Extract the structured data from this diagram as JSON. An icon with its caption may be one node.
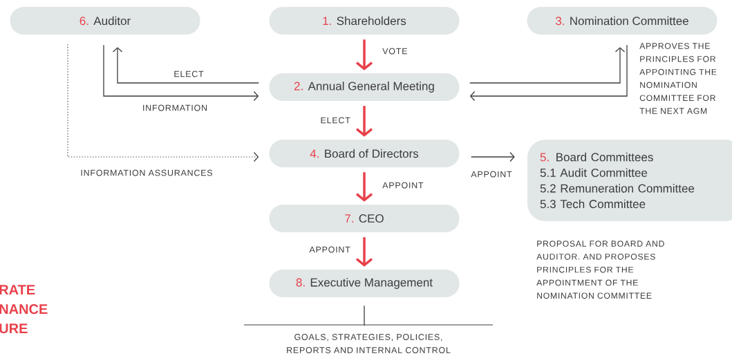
{
  "diagram": {
    "nodes": [
      {
        "text": [
          "6.",
          "Auditor"
        ]
      },
      {
        "text": [
          "1.",
          "Shareholders"
        ]
      },
      {
        "text": [
          "3.",
          "Nomination Committee"
        ]
      },
      {
        "text": [
          "2.",
          "Annual General Meeting"
        ]
      },
      {
        "text": [
          "4.",
          "Board of Directors"
        ]
      },
      {
        "text": [
          "5.",
          "Board Committees",
          "5.1 Audit Committee",
          "5.2 Remuneration Committee",
          "5.3 Tech Committee"
        ]
      },
      {
        "text": [
          "7.",
          "CEO"
        ]
      },
      {
        "text": [
          "8.",
          "Executive Management"
        ]
      },
      {
        "text": [
          "GOALS, STRATEGIES, POLICIES, REPORTS AND INTERNAL CONTROL"
        ]
      }
    ],
    "edges": [
      {
        "from": 1,
        "to": 3,
        "arrow": "to",
        "label": "VOTE",
        "style": "thick",
        "color": "#e8414b"
      },
      {
        "from": 3,
        "to": 0,
        "arrow": "to",
        "label": "ELECT"
      },
      {
        "from": 0,
        "to": 3,
        "arrow": "to",
        "label": "INFORMATION"
      },
      {
        "from": 0,
        "to": 4,
        "arrow": "to",
        "label": "INFORMATION ASSURANCES",
        "style": "dashed"
      },
      {
        "from": 3,
        "to": 2,
        "arrow": "to"
      },
      {
        "from": 2,
        "to": 3,
        "arrow": "to"
      },
      {
        "from": 3,
        "to": 4,
        "arrow": "to",
        "label": "ELECT",
        "style": "thick",
        "color": "#e8414b"
      },
      {
        "from": 4,
        "to": 5,
        "arrow": "to",
        "label": "APPOINT"
      },
      {
        "from": 4,
        "to": 6,
        "arrow": "to",
        "label": "APPOINT",
        "style": "thick",
        "color": "#e8414b"
      },
      {
        "from": 6,
        "to": 7,
        "arrow": "to",
        "label": "APPOINT",
        "style": "thick",
        "color": "#e8414b"
      },
      {
        "from": 7,
        "to": 8,
        "arrow": "none"
      }
    ],
    "labels": [
      "RATE NANCE URE",
      "APPROVES THE PRINCIPLES FOR APPOINTING THE NOMINATION COMMITTEE FOR THE NEXT AGM",
      "PROPOSAL FOR BOARD AND AUDITOR. AND PROPOSES PRINCIPLES FOR THE APPOINTMENT OF THE NOMINATION COMMITTEE"
    ]
  }
}
